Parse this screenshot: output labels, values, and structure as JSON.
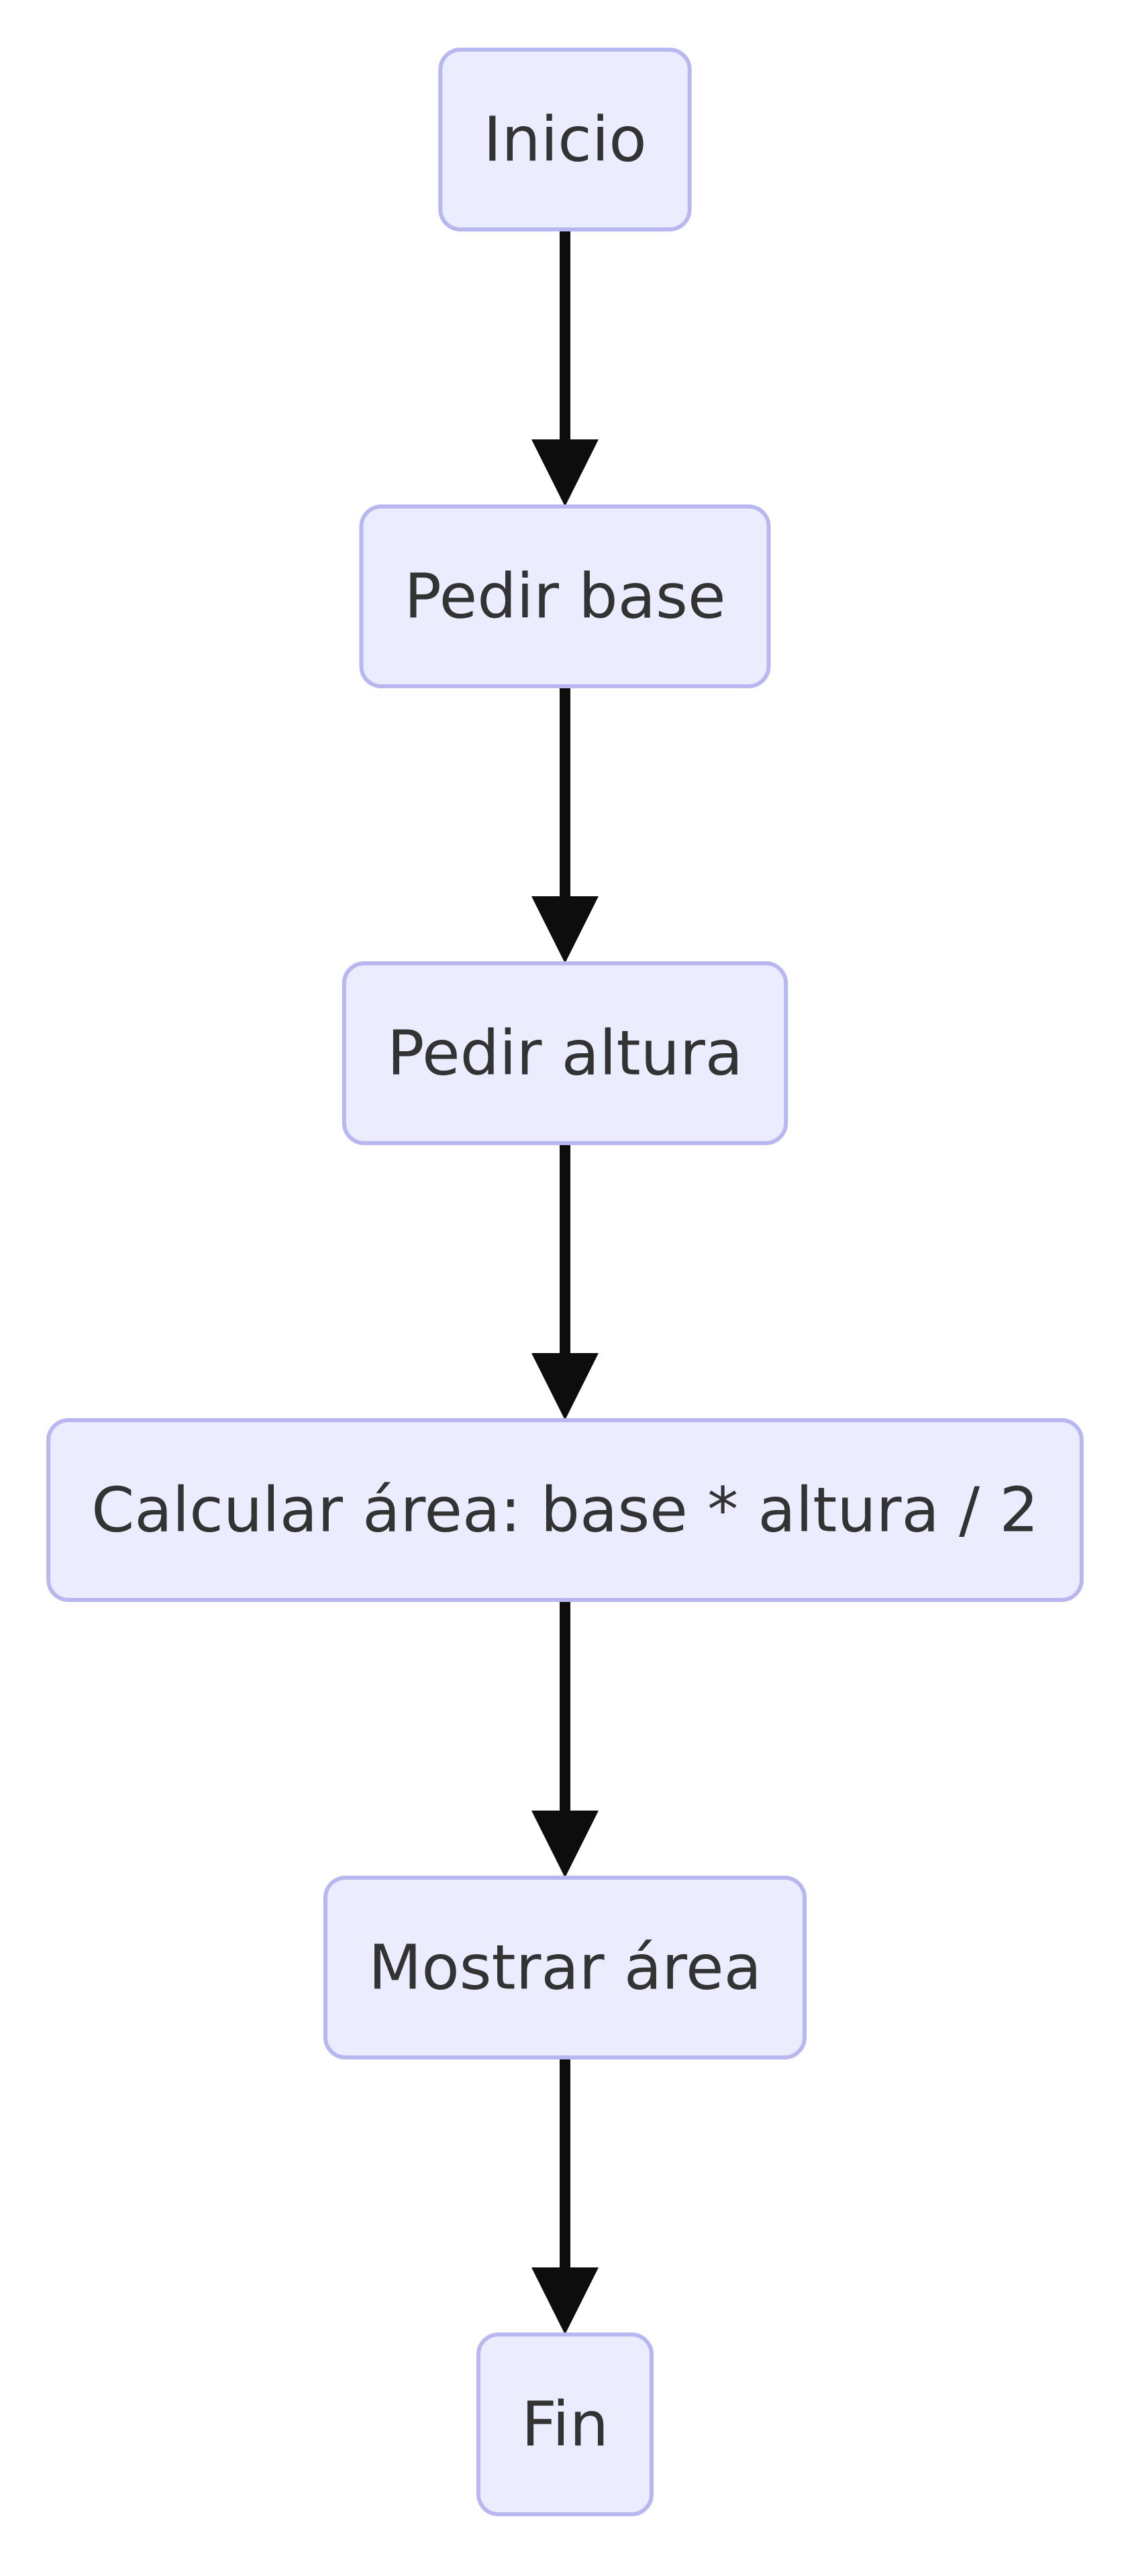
{
  "diagram": {
    "type": "flowchart",
    "direction": "top-to-bottom",
    "colors": {
      "node_fill": "#ECECFF",
      "node_border": "#B9B7F0",
      "text": "#333333",
      "edge": "#0d0d0d",
      "background": "#ffffff"
    },
    "nodes": [
      {
        "id": "inicio",
        "label": "Inicio"
      },
      {
        "id": "pedir-base",
        "label": "Pedir base"
      },
      {
        "id": "pedir-altura",
        "label": "Pedir altura"
      },
      {
        "id": "calcular-area",
        "label": "Calcular área: base * altura / 2"
      },
      {
        "id": "mostrar-area",
        "label": "Mostrar área"
      },
      {
        "id": "fin",
        "label": "Fin"
      }
    ],
    "edges": [
      {
        "from": "inicio",
        "to": "pedir-base"
      },
      {
        "from": "pedir-base",
        "to": "pedir-altura"
      },
      {
        "from": "pedir-altura",
        "to": "calcular-area"
      },
      {
        "from": "calcular-area",
        "to": "mostrar-area"
      },
      {
        "from": "mostrar-area",
        "to": "fin"
      }
    ]
  }
}
